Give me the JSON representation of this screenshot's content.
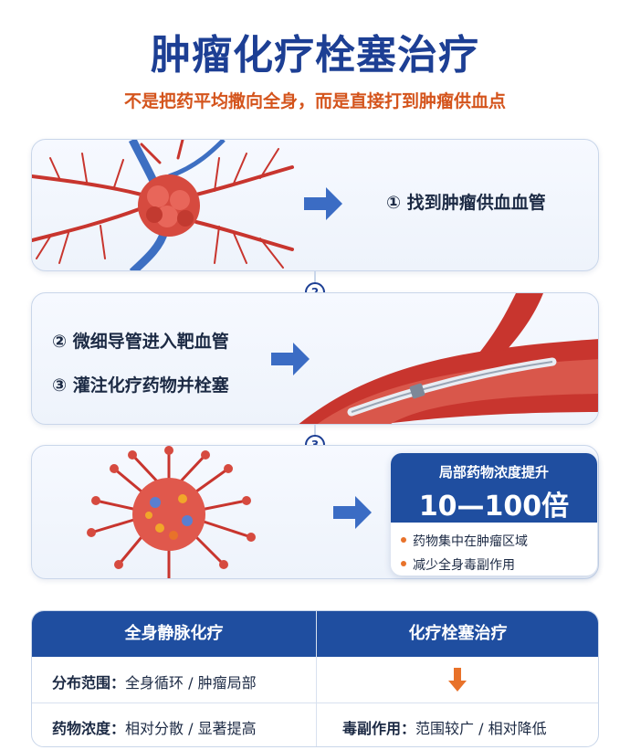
{
  "header": {
    "title": "肿瘤化疗栓塞治疗",
    "subtitle": "不是把药平均撒向全身，而是直接打到肿瘤供血点"
  },
  "steps": [
    {
      "badge": "",
      "text": "① 找到肿瘤供血血管"
    },
    {
      "badge": "2",
      "text": "② 微细导管进入靶血管"
    },
    {
      "badge": "3",
      "text": "③ 灌注化疗药物并栓塞"
    }
  ],
  "stat_card": {
    "label": "局部药物浓度提升",
    "value": "10—100倍",
    "bullets": [
      "药物集中在肿瘤区域",
      "减少全身毒副作用"
    ]
  },
  "comparison": {
    "headers": [
      "全身静脉化疗",
      "化疗栓塞治疗"
    ],
    "rows": [
      {
        "left_key": "分布范围：",
        "left_value": "全身循环 / 肿瘤局部",
        "right_key": "",
        "right_value": ""
      },
      {
        "left_key": "药物浓度：",
        "left_value": "相对分散 / 显著提高",
        "right_key": "毒副作用：",
        "right_value": "范围较广 / 相对降低"
      }
    ],
    "down_arrow_icon": "down-arrow-icon"
  },
  "colors": {
    "title": "#1d3f94",
    "subtitle": "#d4541c",
    "accent_blue": "#1f4ea0",
    "accent_orange": "#e8722a",
    "vessel_red": "#c8352e",
    "vein_blue": "#3d6fc2"
  }
}
